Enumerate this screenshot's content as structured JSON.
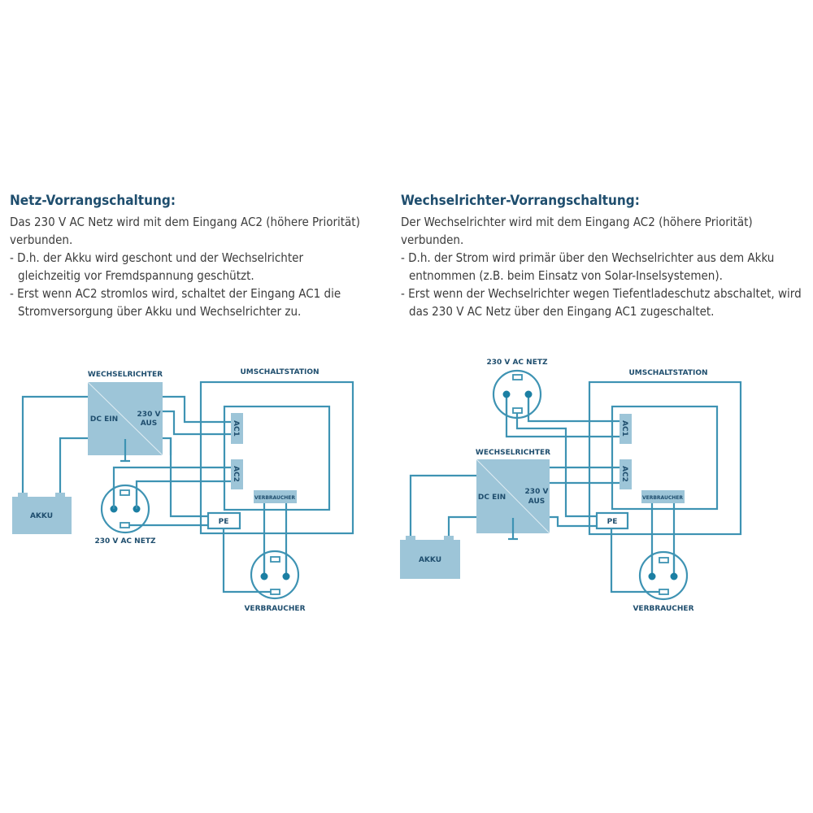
{
  "left": {
    "title": "Netz-Vorrangschaltung:",
    "intro": "Das 230 V AC Netz wird mit dem Eingang AC2 (höhere Priorität) verbunden.",
    "bullets": [
      "- D.h. der Akku wird geschont und der Wechselrichter gleichzeitig vor Fremdspannung geschützt.",
      "- Erst wenn AC2 stromlos wird, schaltet der Eingang AC1 die Stromversorgung über Akku und Wechselrichter zu."
    ],
    "diagram": {
      "inverter": "WECHSELRICHTER",
      "dc_in": "DC EIN",
      "ac_out_1": "230 V",
      "ac_out_2": "AUS",
      "station": "UMSCHALTSTATION",
      "ac1": "AC1",
      "ac2": "AC2",
      "consumer_small": "VERBRAUCHER",
      "pe": "PE",
      "battery": "AKKU",
      "grid": "230 V AC NETZ",
      "consumer": "VERBRAUCHER"
    }
  },
  "right": {
    "title": "Wechselrichter-Vorrangschaltung:",
    "intro": "Der Wechselrichter wird mit dem Eingang AC2 (höhere Priorität) verbunden.",
    "bullets": [
      "- D.h. der Strom wird primär über den Wechselrichter aus dem Akku entnommen (z.B. beim Einsatz von Solar-Inselsystemen).",
      "- Erst wenn der Wechselrichter wegen Tiefentladeschutz abschaltet, wird das 230 V AC Netz über den Eingang AC1 zugeschaltet."
    ],
    "diagram": {
      "inverter": "WECHSELRICHTER",
      "dc_in": "DC EIN",
      "ac_out_1": "230 V",
      "ac_out_2": "AUS",
      "station": "UMSCHALTSTATION",
      "ac1": "AC1",
      "ac2": "AC2",
      "consumer_small": "VERBRAUCHER",
      "pe": "PE",
      "battery": "AKKU",
      "grid": "230 V AC NETZ",
      "consumer": "VERBRAUCHER"
    }
  },
  "colors": {
    "wire": "#3e93b3",
    "box": "#9dc5d8",
    "heading": "#1f4e6e",
    "text": "#3c3c3c"
  }
}
